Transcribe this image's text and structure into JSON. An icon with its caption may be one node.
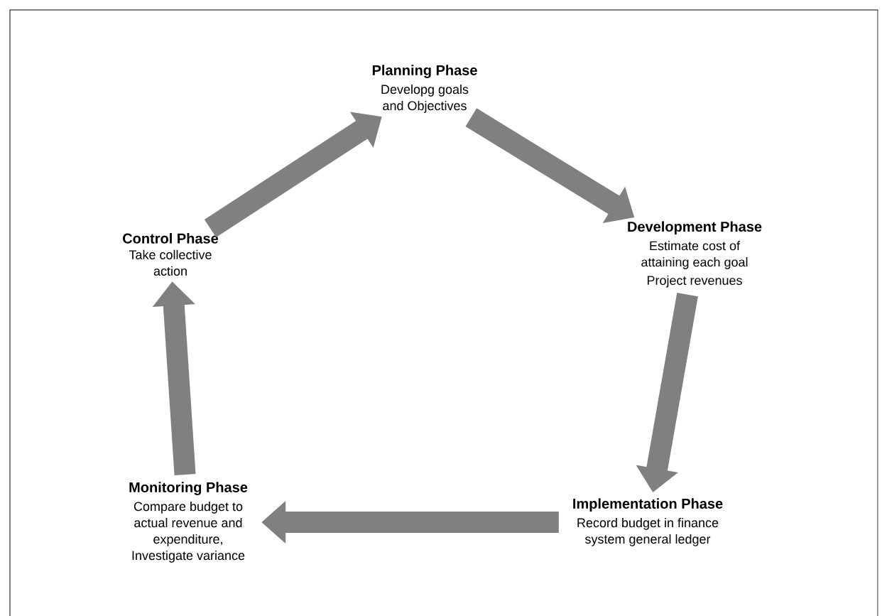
{
  "diagram": {
    "nodes": [
      {
        "text": [
          "Planning Phase",
          "Developg goals and Objectives"
        ]
      },
      {
        "text": [
          "Development Phase",
          "Estimate cost of attaining each goal",
          "Project revenues"
        ]
      },
      {
        "text": [
          "Implementation Phase",
          "Record budget in finance system general ledger"
        ]
      },
      {
        "text": [
          "Monitoring Phase",
          "Compare budget to actual revenue and expenditure, Investigate variance"
        ]
      },
      {
        "text": [
          "Control Phase",
          "Take collective action"
        ]
      }
    ],
    "edges": [
      {
        "from": 0,
        "to": 1,
        "arrow": "to"
      },
      {
        "from": 1,
        "to": 2,
        "arrow": "to"
      },
      {
        "from": 2,
        "to": 3,
        "arrow": "to"
      },
      {
        "from": 3,
        "to": 4,
        "arrow": "to"
      },
      {
        "from": 4,
        "to": 0,
        "arrow": "to"
      }
    ]
  }
}
